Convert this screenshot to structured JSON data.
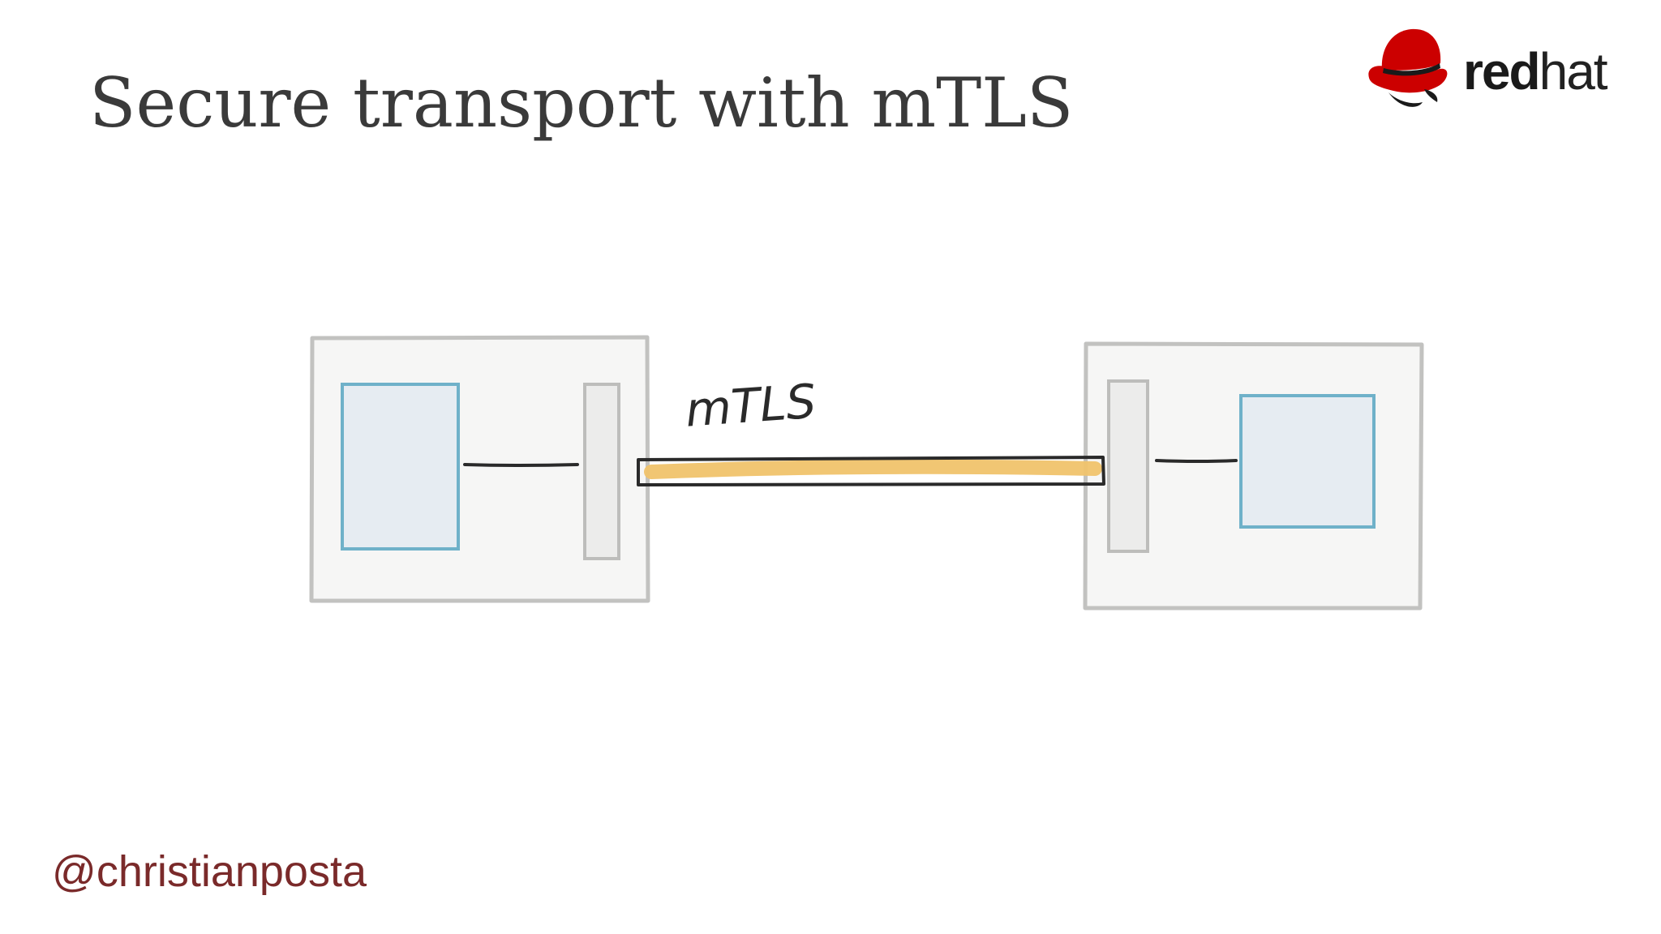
{
  "slide": {
    "title": "Secure transport with mTLS",
    "handle": "@christianposta"
  },
  "logo": {
    "word_bold": "red",
    "word_light": "hat",
    "icon": "redhat-shadowman-icon",
    "accent_color": "#cc0000"
  },
  "diagram": {
    "link_label": "mTLS",
    "colors": {
      "pod_border": "#c2c2c0",
      "pod_fill": "#f6f6f5",
      "app_border": "#6fb1c9",
      "app_fill": "#e6ecf2",
      "sidecar_border": "#bdbdbb",
      "sidecar_fill": "#ececeb",
      "tunnel_stroke": "#2a2a2a",
      "tunnel_fill": "#f0c36b"
    }
  }
}
